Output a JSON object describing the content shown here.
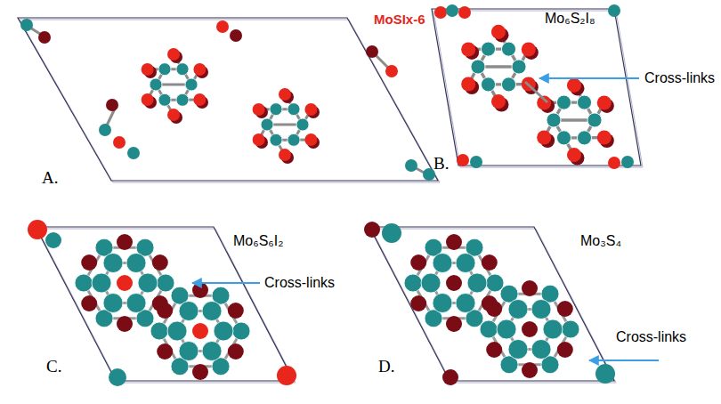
{
  "diagram": {
    "labels": [
      "MoSIx-6",
      "A.",
      "Mo₆S₂I₈",
      "Cross-links",
      "B.",
      "Mo₆S₆I₂",
      "Cross-links",
      "C.",
      "Mo₃S₄",
      "Cross-links",
      "D."
    ]
  }
}
